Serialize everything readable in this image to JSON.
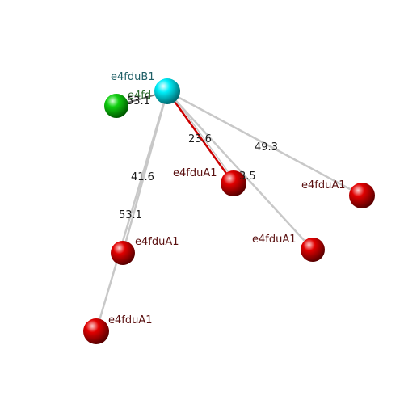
{
  "colors": {
    "background": "#ffffff",
    "center_atom": "#00e5f0",
    "green_atom": "#00cc00",
    "red_atom": "#e00000",
    "bond_highlight": "#cc0000",
    "bond_gray": "#c8c8c8",
    "label_red": "#5a1010",
    "label_cyan": "#1f5f66",
    "label_green": "#2e6b2e"
  },
  "atoms": {
    "center": {
      "label": "e4fduB1"
    },
    "green": {
      "label": "e4fd"
    },
    "red_1": {
      "label": "e4fduA1"
    },
    "red_2": {
      "label": "e4fduA1"
    },
    "red_3": {
      "label": "e4fduA1"
    },
    "red_4": {
      "label": "e4fduA1"
    },
    "red_5": {
      "label": "e4fduA1"
    }
  },
  "distances": {
    "d_green": "53.1",
    "d_red1": "23.6",
    "d_red1_b": "3.5",
    "d_red2": "49.3",
    "d_red4": "41.6",
    "d_red5": "53.1"
  }
}
